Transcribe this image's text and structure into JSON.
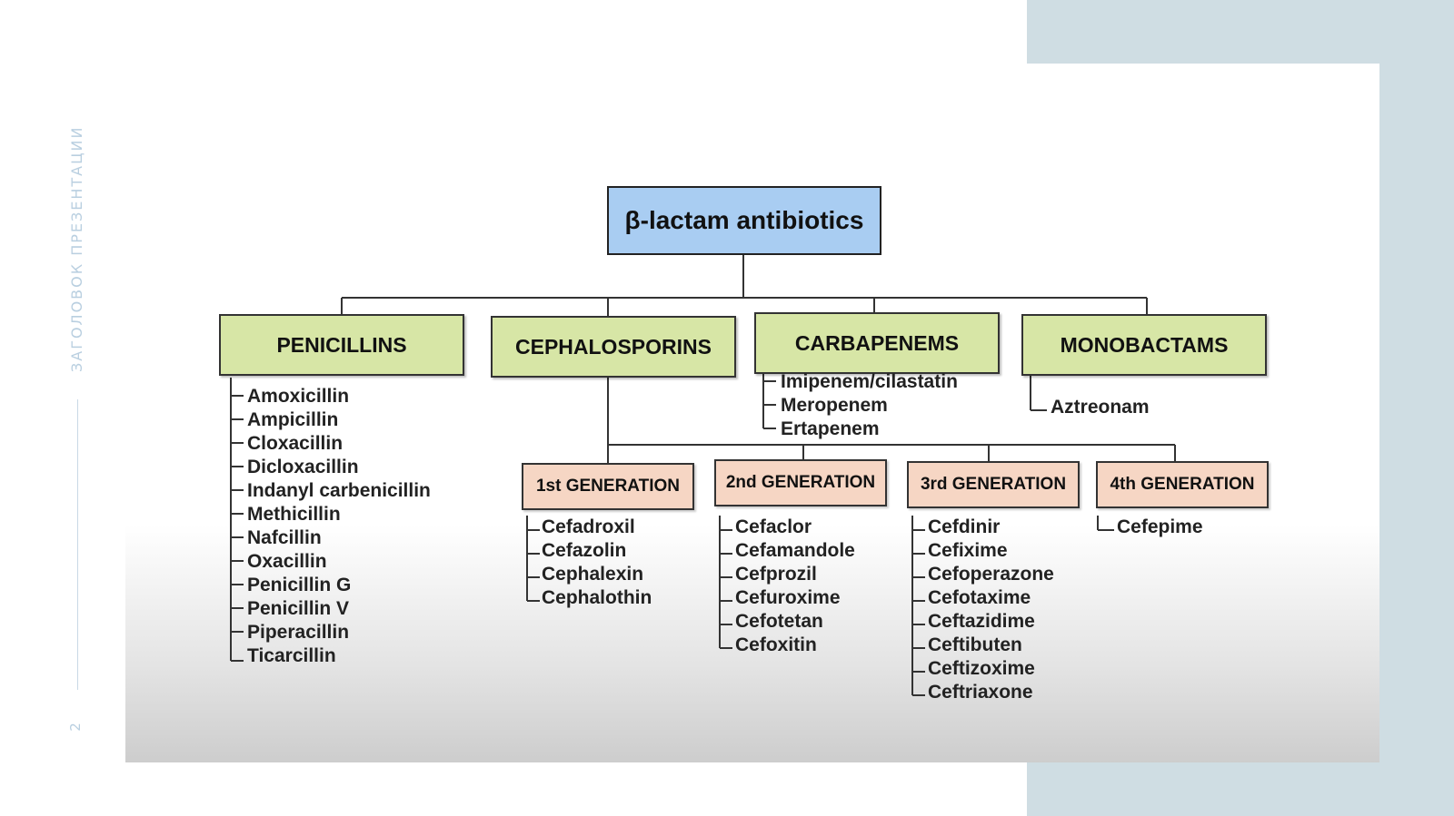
{
  "side_title": "ЗАГОЛОВОК ПРЕЗЕНТАЦИИ",
  "page_number": "2",
  "root": "β-lactam antibiotics",
  "categories": {
    "penicillins": "PENICILLINS",
    "cephalosporins": "CEPHALOSPORINS",
    "carbapenems": "CARBAPENEMS",
    "monobactams": "MONOBACTAMS"
  },
  "penicillins_list": [
    "Amoxicillin",
    "Ampicillin",
    "Cloxacillin",
    "Dicloxacillin",
    "Indanyl carbenicillin",
    "Methicillin",
    "Nafcillin",
    "Oxacillin",
    "Penicillin G",
    "Penicillin V",
    "Piperacillin",
    "Ticarcillin"
  ],
  "carbapenems_list": [
    "Imipenem/cilastatin",
    "Meropenem",
    "Ertapenem"
  ],
  "monobactams_list": [
    "Aztreonam"
  ],
  "generations": {
    "g1": "1st GENERATION",
    "g2": "2nd GENERATION",
    "g3": "3rd GENERATION",
    "g4": "4th GENERATION"
  },
  "gen1_list": [
    "Cefadroxil",
    "Cefazolin",
    "Cephalexin",
    "Cephalothin"
  ],
  "gen2_list": [
    "Cefaclor",
    "Cefamandole",
    "Cefprozil",
    "Cefuroxime",
    "Cefotetan",
    "Cefoxitin"
  ],
  "gen3_list": [
    "Cefdinir",
    "Cefixime",
    "Cefoperazone",
    "Cefotaxime",
    "Ceftazidime",
    "Ceftibuten",
    "Ceftizoxime",
    "Ceftriaxone"
  ],
  "gen4_list": [
    "Cefepime"
  ]
}
